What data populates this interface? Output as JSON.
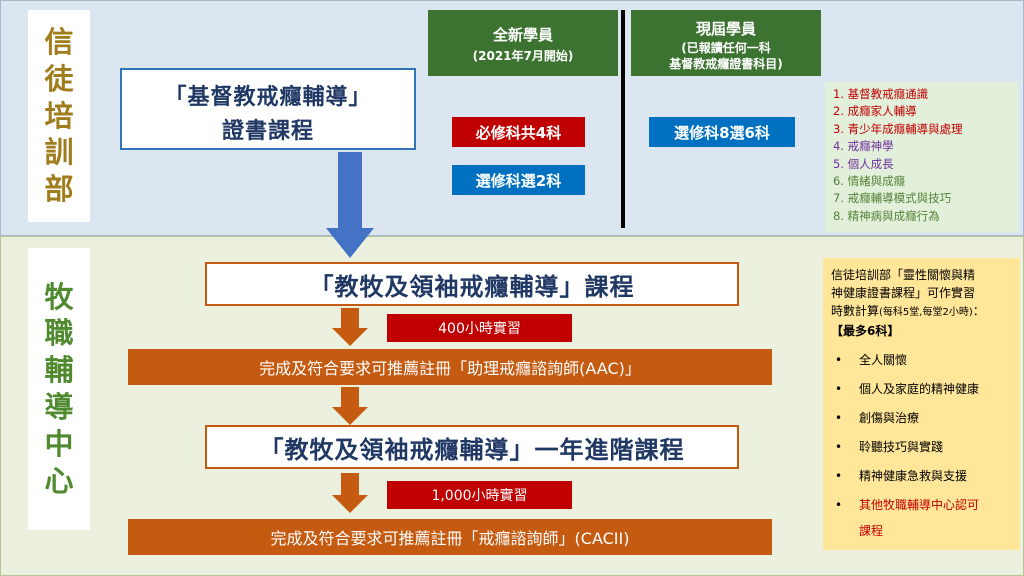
{
  "sections": {
    "top_label": [
      "信",
      "徒",
      "培",
      "訓",
      "部"
    ],
    "bottom_label": [
      "牧",
      "職",
      "輔",
      "導",
      "中",
      "心"
    ]
  },
  "certificate": {
    "line1": "「基督教戒癮輔導」",
    "line2": "證書課程"
  },
  "columns": {
    "new": {
      "title": "全新學員",
      "subtitle": "(2021年7月開始)"
    },
    "current": {
      "title": "現屆學員",
      "subtitle_line1": "(已報讀任何一科",
      "subtitle_line2": "基督教戒癮證書科目)"
    }
  },
  "requirements": {
    "required": "必修科共4科",
    "elective_new": "選修科選2科",
    "elective_current": "選修科8選6科"
  },
  "subjects": [
    {
      "text": "1.  基督教戒癮通識",
      "color": "#c00000"
    },
    {
      "text": "2.  成癮家人輔導",
      "color": "#c00000"
    },
    {
      "text": "3.  青少年成癮輔導與處理",
      "color": "#c00000"
    },
    {
      "text": "4.  戒癮神學",
      "color": "#7030a0"
    },
    {
      "text": "5.  個人成長",
      "color": "#7030a0"
    },
    {
      "text": "6.  情緒與成癮",
      "color": "#548235"
    },
    {
      "text": "7.  戒癮輔導模式與技巧",
      "color": "#548235"
    },
    {
      "text": "8.  精神病與成癮行為",
      "color": "#548235"
    }
  ],
  "pathway": {
    "course1": "「教牧及領袖戒癮輔導」課程",
    "hours1": "400小時實習",
    "result1": "完成及符合要求可推薦註冊「助理戒癮諮詢師(AAC)」",
    "course2": "「教牧及領袖戒癮輔導」一年進階課程",
    "hours2": "1,000小時實習",
    "result2": "完成及符合要求可推薦註冊「戒癮諮詢師」(CACII)"
  },
  "note": {
    "line1": "信徒培訓部「靈性關懷與精",
    "line2": "神健康證書課程」可作實習",
    "line3a": "時數計算",
    "line3b": "(每科5堂,每堂2小時)",
    "line3c": "：",
    "line4": "【最多6科】",
    "items": [
      {
        "text": "全人關懷",
        "color": "#000000"
      },
      {
        "text": "個人及家庭的精神健康",
        "color": "#000000"
      },
      {
        "text": "創傷與治療",
        "color": "#000000"
      },
      {
        "text": "聆聽技巧與實踐",
        "color": "#000000"
      },
      {
        "text": "精神健康急救與支援",
        "color": "#000000"
      },
      {
        "text": "其他牧職輔導中心認可",
        "color": "#c00000"
      }
    ],
    "tail": "課程"
  },
  "colors": {
    "top_label": "#a07d1c",
    "bottom_label": "#4f8a2e",
    "arrow_blue": "#4472c4",
    "arrow_orange": "#c55a11"
  }
}
